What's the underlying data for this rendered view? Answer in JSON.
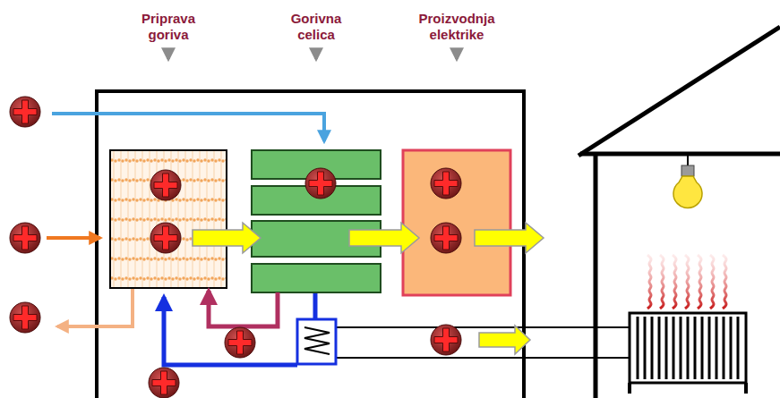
{
  "diagram": {
    "nodes": [
      {
        "text": [
          "Priprava goriva"
        ]
      },
      {
        "text": [
          "Gorivna celica"
        ]
      },
      {
        "text": [
          "Proizvodnja elektrike"
        ]
      }
    ],
    "edges": [
      {
        "from": 0,
        "to": 1,
        "arrow": "to"
      },
      {
        "from": 1,
        "to": 2,
        "arrow": "to"
      },
      {
        "from": 1,
        "to": 0,
        "arrow": "to"
      }
    ]
  }
}
